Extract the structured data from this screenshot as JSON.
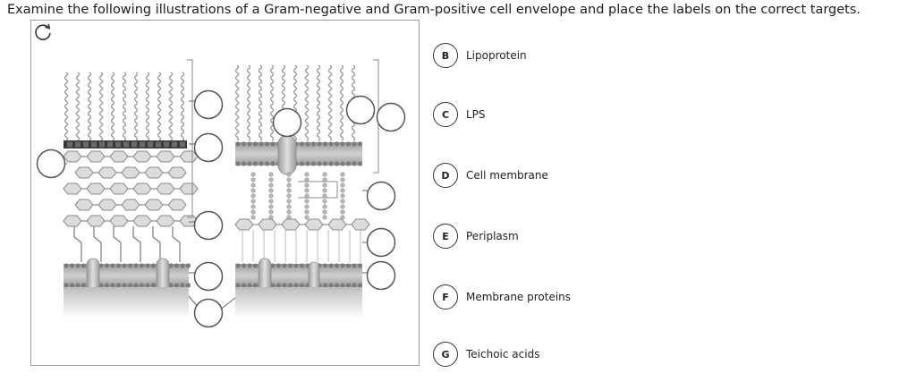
{
  "instruction": "Examine the following illustrations of a Gram-negative and Gram-positive cell envelope and place the labels on the correct targets.",
  "labels": [
    {
      "letter": "B",
      "text": "Lipoprotein"
    },
    {
      "letter": "C",
      "text": "LPS"
    },
    {
      "letter": "D",
      "text": "Cell membrane"
    },
    {
      "letter": "E",
      "text": "Periplasm"
    },
    {
      "letter": "F",
      "text": "Membrane proteins"
    },
    {
      "letter": "G",
      "text": "Teichoic acids"
    }
  ],
  "icons": {
    "reset": "reset-icon"
  },
  "colors": {
    "border": "#9a9a9a",
    "membrane": "#bdbdbd",
    "head": "#8f8f8f",
    "peptidoglycan": "#d8d8d8",
    "dark_band": "#3a3a3a"
  }
}
